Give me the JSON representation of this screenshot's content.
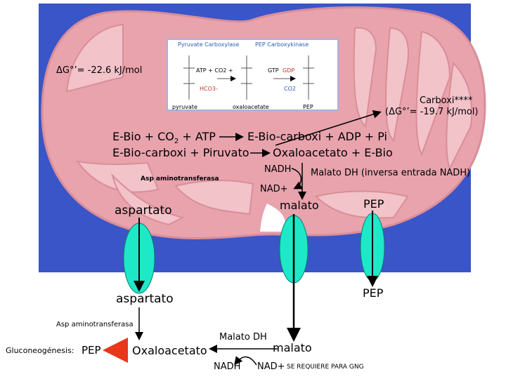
{
  "colors": {
    "background_blue": "#3a55c8",
    "mito_fill": "#e8a3ad",
    "mito_inner": "#f2c3c9",
    "transporter": "#1de9c9",
    "arrow_red": "#e8371a",
    "inset_border": "#9db6e0"
  },
  "inset": {
    "enzyme1": "Pyruvate Carboxylase",
    "enzyme2": "PEP Carboxykinase",
    "atp_co2": "ATP + CO2 +",
    "hco3": "HCO3-",
    "gtp": "GTP",
    "gdp": "GDP",
    "co2": "CO2",
    "label_pyruvate": "pyruvate",
    "label_oxaloacetate": "oxaloacetate",
    "label_pep": "PEP"
  },
  "top": {
    "delta_g1": "ΔG°’= -22.6 kJ/mol",
    "carboxi_label": "Carboxi****",
    "delta_g2": "(ΔG°’= -19.7 kJ/mol)"
  },
  "reaction": {
    "line1_left": "E-Bio + CO",
    "line1_left_sub": "2",
    "line1_left_tail": " + ATP",
    "line1_right": "E-Bio-carboxi + ADP + Pi",
    "line2_left": "E-Bio-carboxi + Piruvato",
    "line2_right": "Oxaloacetato + E-Bio"
  },
  "matrix": {
    "nadh": "NADH",
    "malate_dh_rev": "Malato DH (inversa entrada NADH)",
    "asp_aminotransferasa": "Asp aminotransferasa",
    "nad": "NAD+",
    "aspartato": "aspartato",
    "malato": "malato",
    "pep": "PEP"
  },
  "cytosol": {
    "aspartato": "aspartato",
    "pep": "PEP",
    "asp_aminotransferasa": "Asp aminotransferasa",
    "malato_dh": "Malato DH",
    "gluconeogenesis": "Gluconeogénesis:",
    "gluco_pep": "PEP",
    "oxaloacetato": "Oxaloacetato",
    "malato": "malato",
    "nadh": "NADH",
    "nad": "NAD+",
    "se_requiere": "SE REQUIERE PARA GNG"
  }
}
